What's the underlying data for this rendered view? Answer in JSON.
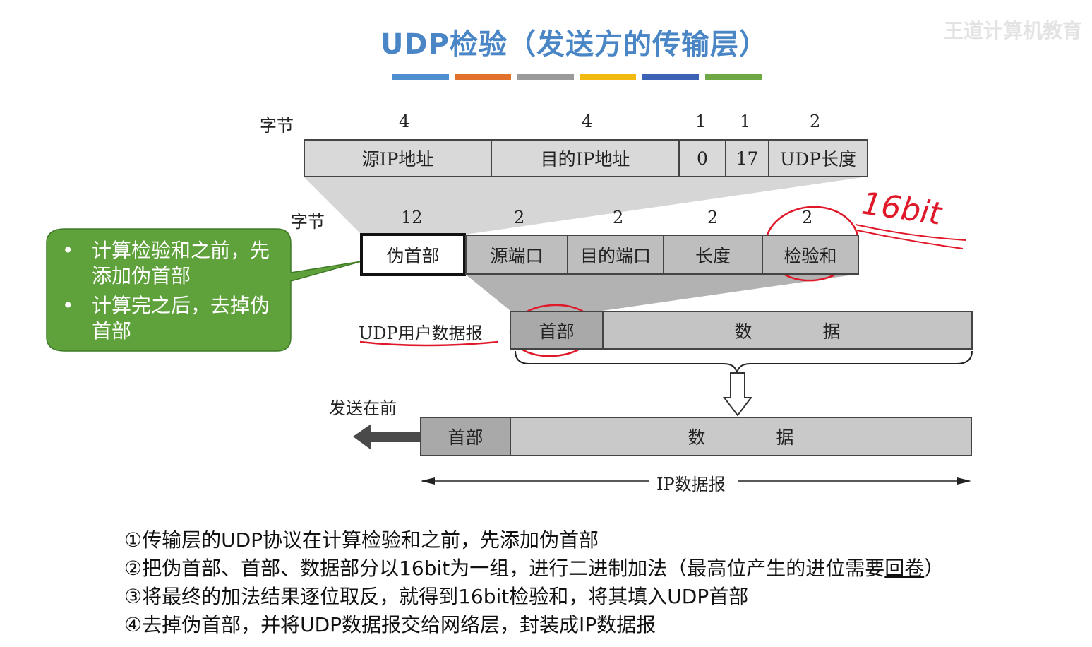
{
  "title": "UDP检验（发送方的传输层）",
  "watermark": "王道计算机教育",
  "colors": {
    "title": "#4a86c5",
    "bars": [
      "#4f8fd0",
      "#e2722b",
      "#9a9a9a",
      "#f2b90f",
      "#3c62b5",
      "#6ea844"
    ],
    "callout": "#5fa23c",
    "annotation": "#e0192a"
  },
  "pseudo_header": {
    "bytes_label": "字节",
    "field_sizes": [
      "4",
      "4",
      "1",
      "1",
      "2"
    ],
    "fields": [
      "源IP地址",
      "目的IP地址",
      "0",
      "17",
      "UDP长度"
    ]
  },
  "udp_header": {
    "bytes_label": "字节",
    "field_sizes": [
      "12",
      "2",
      "2",
      "2",
      "2"
    ],
    "fields": [
      "伪首部",
      "源端口",
      "目的端口",
      "长度",
      "检验和"
    ]
  },
  "udp_datagram": {
    "label": "UDP用户数据报",
    "header": "首部",
    "data_1": "数",
    "data_2": "据"
  },
  "ip_datagram": {
    "send_first": "发送在前",
    "header": "首部",
    "data_1": "数",
    "data_2": "据",
    "label": "IP数据报"
  },
  "annotation": {
    "text": "16bit"
  },
  "callout": {
    "items": [
      "计算检验和之前，先添加伪首部",
      "计算完之后，去掉伪首部"
    ]
  },
  "steps": {
    "s1": "①传输层的UDP协议在计算检验和之前，先添加伪首部",
    "s2_pre": "②把伪首部、首部、数据部分以16bit为一组，进行二进制加法（最高位产生的进位需要",
    "s2_u": "回卷",
    "s2_post": "）",
    "s3": "③将最终的加法结果逐位取反，就得到16bit检验和，将其填入UDP首部",
    "s4": "④去掉伪首部，并将UDP数据报交给网络层，封装成IP数据报"
  }
}
